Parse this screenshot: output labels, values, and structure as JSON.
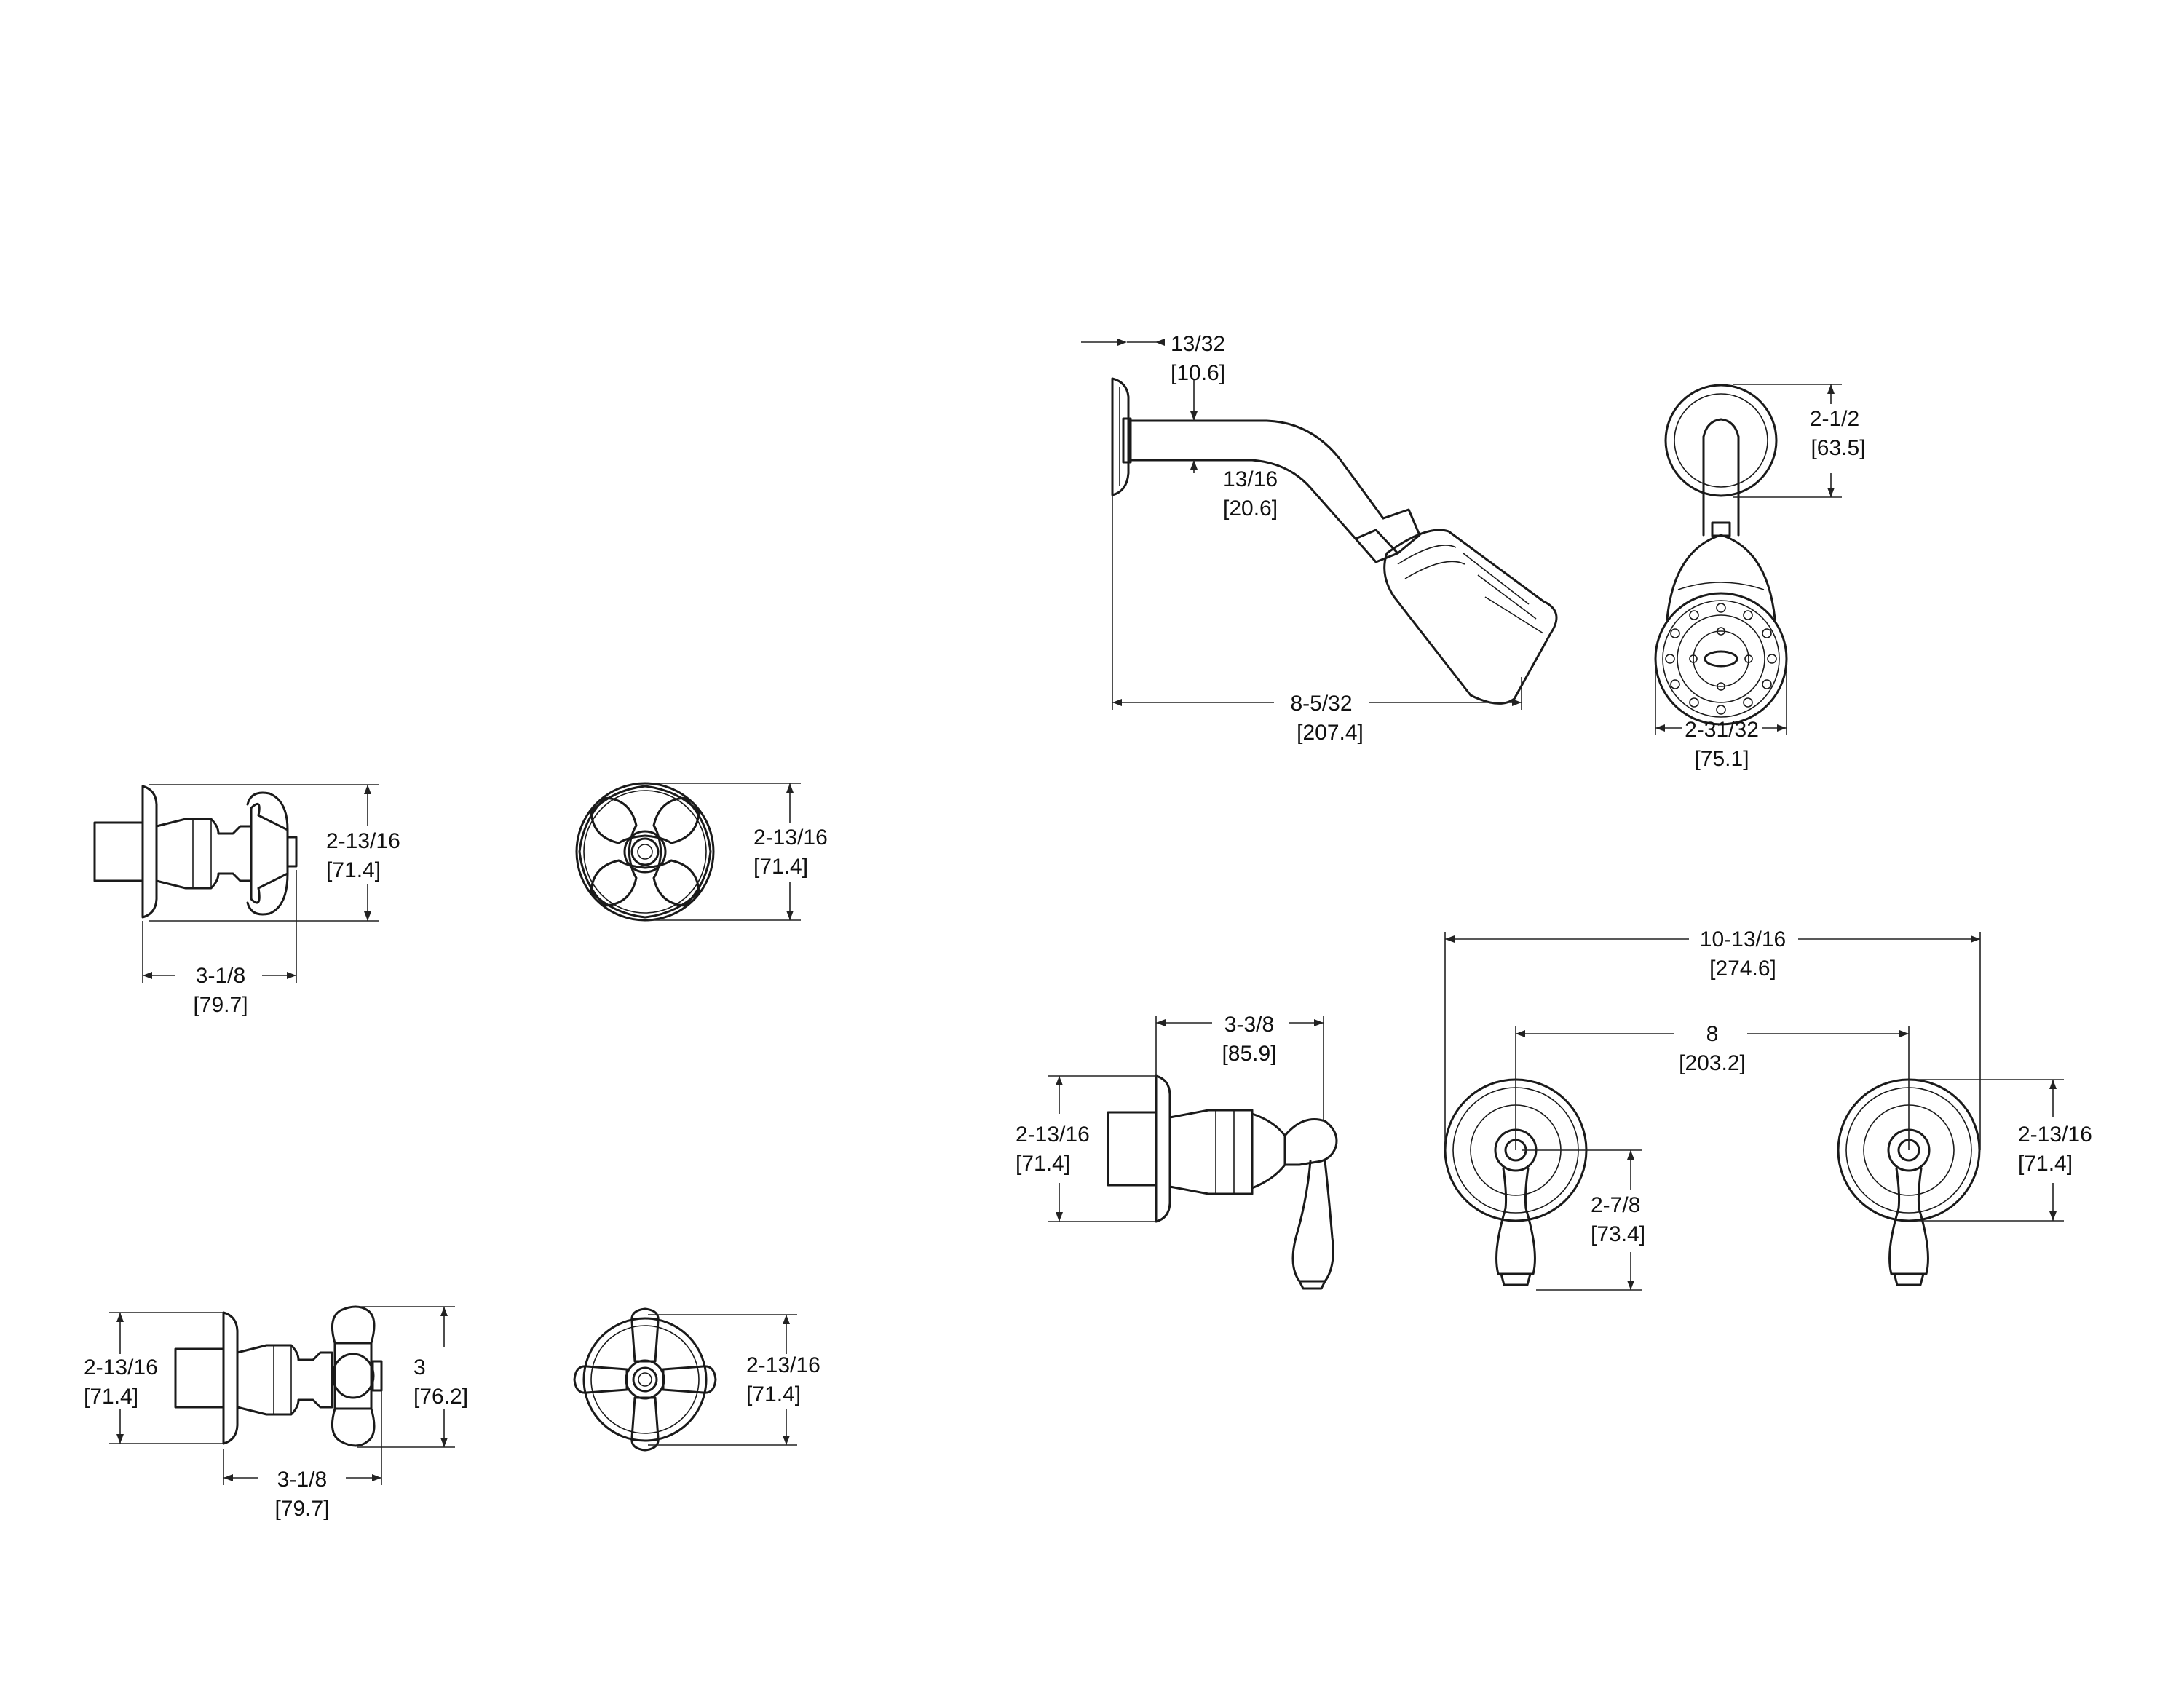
{
  "dimensions": {
    "arm_top": {
      "imperial": "13/32",
      "metric": "[10.6]"
    },
    "arm_dia": {
      "imperial": "13/16",
      "metric": "[20.6]"
    },
    "arm_reach": {
      "imperial": "8-5/32",
      "metric": "[207.4]"
    },
    "flange_height": {
      "imperial": "2-1/2",
      "metric": "[63.5]"
    },
    "head_dia": {
      "imperial": "2-31/32",
      "metric": "[75.1]"
    },
    "cross1_side_h": {
      "imperial": "2-13/16",
      "metric": "[71.4]"
    },
    "cross1_side_w": {
      "imperial": "3-1/8",
      "metric": "[79.7]"
    },
    "cross1_front_h": {
      "imperial": "2-13/16",
      "metric": "[71.4]"
    },
    "cross2_side_h": {
      "imperial": "2-13/16",
      "metric": "[71.4]"
    },
    "cross2_side_h2": {
      "imperial": "3",
      "metric": "[76.2]"
    },
    "cross2_side_w": {
      "imperial": "3-1/8",
      "metric": "[79.7]"
    },
    "cross2_front_h": {
      "imperial": "2-13/16",
      "metric": "[71.4]"
    },
    "lever_side_w": {
      "imperial": "3-3/8",
      "metric": "[85.9]"
    },
    "lever_side_h": {
      "imperial": "2-13/16",
      "metric": "[71.4]"
    },
    "overall_spread": {
      "imperial": "10-13/16",
      "metric": "[274.6]"
    },
    "center_spread": {
      "imperial": "8",
      "metric": "[203.2]"
    },
    "lever_front_h": {
      "imperial": "2-7/8",
      "metric": "[73.4]"
    },
    "escutcheon_h": {
      "imperial": "2-13/16",
      "metric": "[71.4]"
    }
  }
}
